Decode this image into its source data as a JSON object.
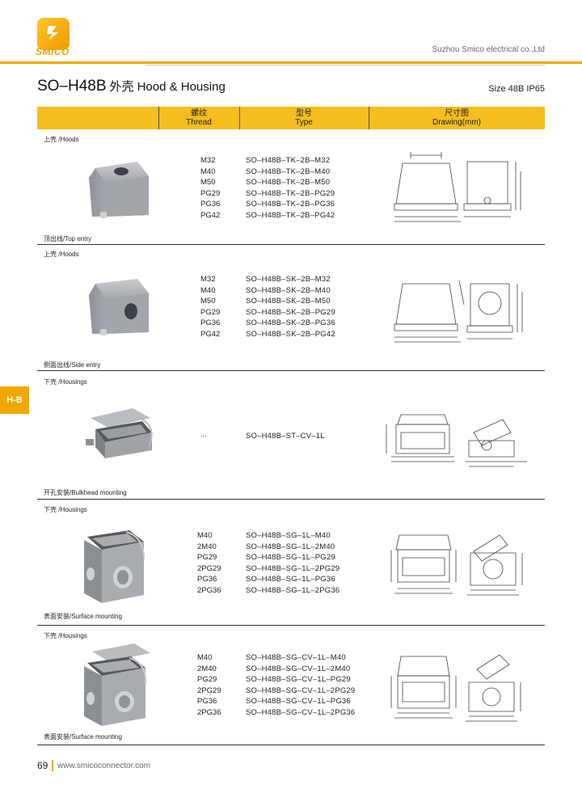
{
  "header": {
    "logo_text": "SMICO",
    "company": "Suzhou Smico electrical co.,Ltd"
  },
  "title": {
    "model": "SO–H48B",
    "cn": "外壳",
    "en": "Hood & Housing",
    "size": "Size 48B IP65"
  },
  "table_header": {
    "thread_cn": "螺纹",
    "thread_en": "Thread",
    "type_cn": "型号",
    "type_en": "Type",
    "drawing_cn": "尺寸图",
    "drawing_en": "Drawing(mm)"
  },
  "side_tab": "H-B",
  "rows": [
    {
      "category": "上壳 /Hoods",
      "entry": "顶出线/Top entry",
      "threads": [
        "M32",
        "M40",
        "M50",
        "PG29",
        "PG36",
        "PG42"
      ],
      "types": [
        "SO–H48B–TK–2B–M32",
        "SO–H48B–TK–2B–M40",
        "SO–H48B–TK–2B–M50",
        "SO–H48B–TK–2B–PG29",
        "SO–H48B–TK–2B–PG36",
        "SO–H48B–TK–2B–PG42"
      ]
    },
    {
      "category": "上壳 /Hoods",
      "entry": "侧面出线/Side entry",
      "threads": [
        "M32",
        "M40",
        "M50",
        "PG29",
        "PG36",
        "PG42"
      ],
      "types": [
        "SO–H48B–SK–2B–M32",
        "SO–H48B–SK–2B–M40",
        "SO–H48B–SK–2B–M50",
        "SO–H48B–SK–2B–PG29",
        "SO–H48B–SK–2B–PG36",
        "SO–H48B–SK–2B–PG42"
      ]
    },
    {
      "category": "下壳 /Housings",
      "entry": "开孔安装/Bulkhead mounting",
      "threads": [
        "..."
      ],
      "types": [
        "SO–H48B–ST–CV–1L"
      ]
    },
    {
      "category": "下壳 /Housings",
      "entry": "表面安装/Surface mounting",
      "threads": [
        "M40",
        "2M40",
        "PG29",
        "2PG29",
        "PG36",
        "2PG36"
      ],
      "types": [
        "SO–H48B–SG–1L–M40",
        "SO–H48B–SG–1L–2M40",
        "SO–H48B–SG–1L–PG29",
        "SO–H48B–SG–1L–2PG29",
        "SO–H48B–SG–1L–PG36",
        "SO–H48B–SG–1L–2PG36"
      ]
    },
    {
      "category": "下壳 /Housings",
      "entry": "表面安装/Surface mounting",
      "threads": [
        "M40",
        "2M40",
        "PG29",
        "2PG29",
        "PG36",
        "2PG36"
      ],
      "types": [
        "SO–H48B–SG–CV–1L–M40",
        "SO–H48B–SG–CV–1L–2M40",
        "SO–H48B–SG–CV–1L–PG29",
        "SO–H48B–SG–CV–1L–2PG29",
        "SO–H48B–SG–CV–1L–PG36",
        "SO–H48B–SG–CV–1L–2PG36"
      ]
    }
  ],
  "footer": {
    "page": "69",
    "url": "www.smicoconnector.com"
  }
}
